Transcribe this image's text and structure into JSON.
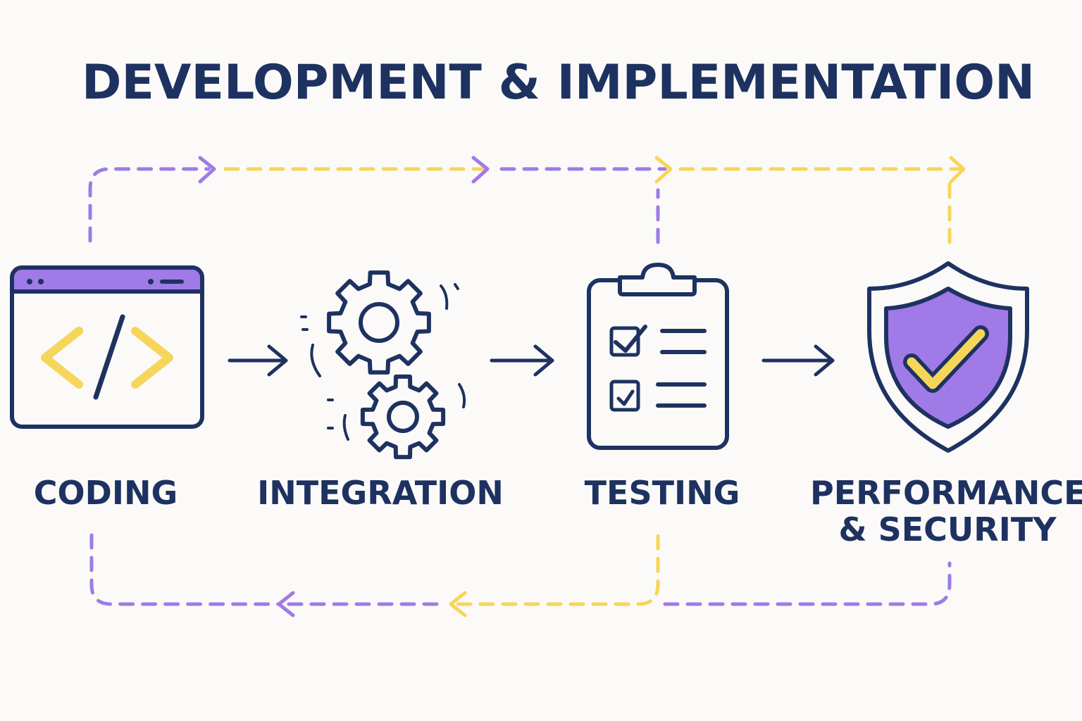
{
  "title": "DEVELOPMENT & IMPLEMENTATION",
  "stages": [
    {
      "id": "coding",
      "label_lines": [
        "CODING"
      ],
      "icon": "code-window-icon"
    },
    {
      "id": "integration",
      "label_lines": [
        "INTEGRATION"
      ],
      "icon": "gears-icon"
    },
    {
      "id": "testing",
      "label_lines": [
        "TESTING"
      ],
      "icon": "clipboard-checklist-icon"
    },
    {
      "id": "performance-security",
      "label_lines": [
        "PERFORMANCE",
        "& SECURITY"
      ],
      "icon": "shield-check-icon"
    }
  ],
  "colors": {
    "navy": "#1e3261",
    "purple": "#a07ae6",
    "yellow": "#f6d65a",
    "background": "#fbfaf8"
  }
}
